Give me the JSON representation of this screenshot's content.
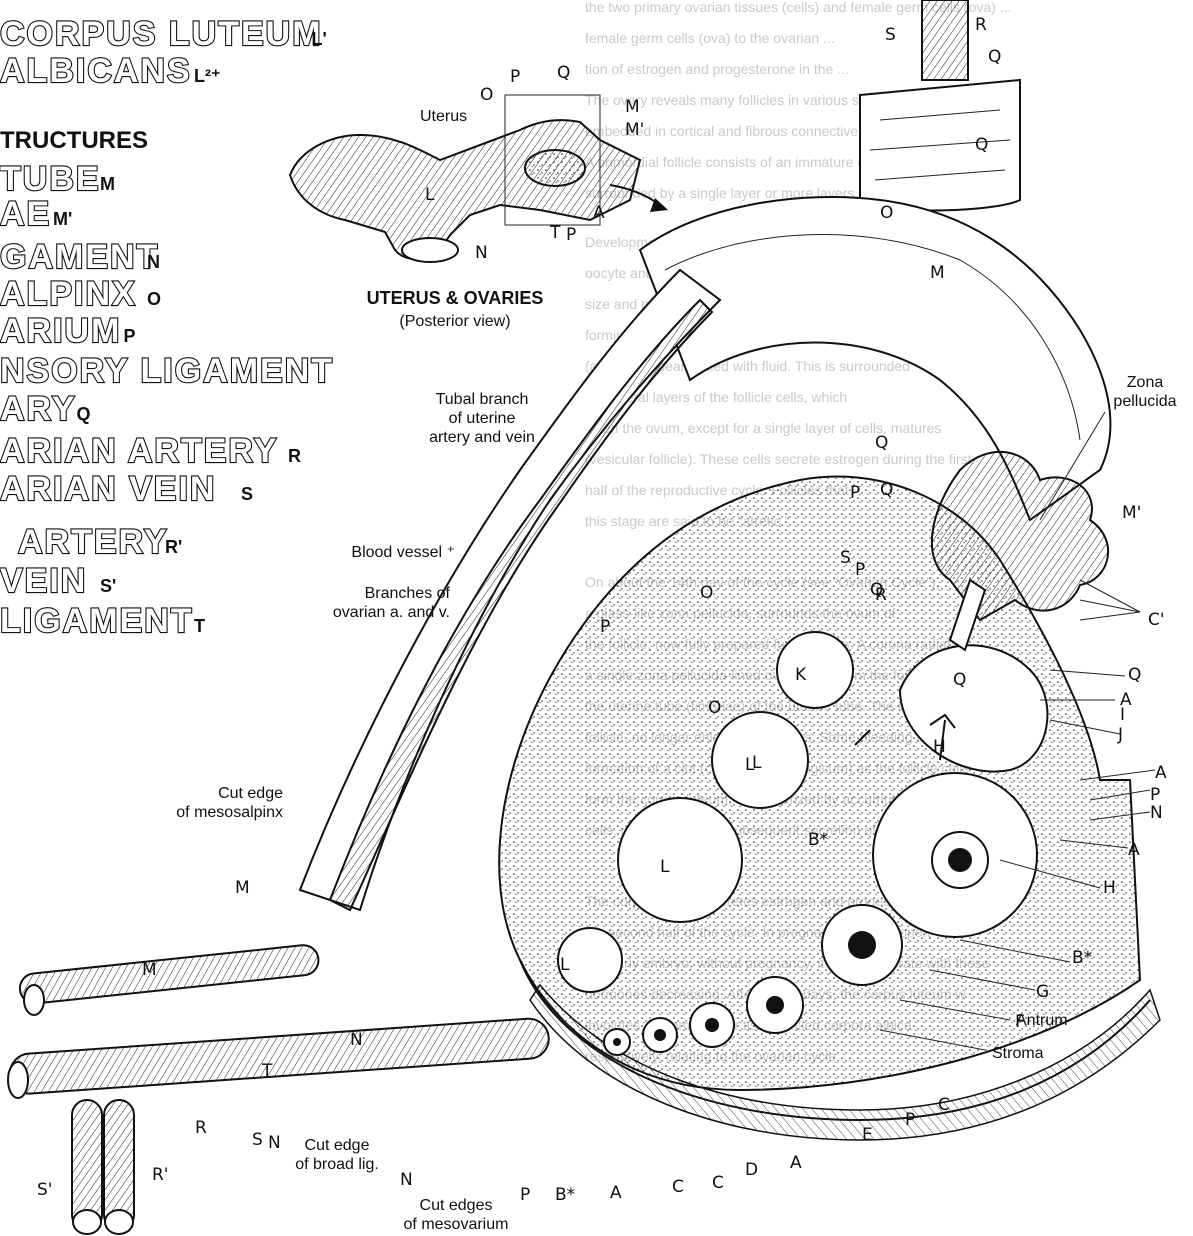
{
  "key_titles": [
    {
      "text": "CORPUS LUTEUM",
      "tag": "L'"
    },
    {
      "text": "ALBICANS",
      "tag": "L²⁺"
    },
    {
      "text": "TUBE",
      "tag": "M"
    },
    {
      "text": "AE",
      "tag": "M'"
    },
    {
      "text": "GAMENT",
      "tag": "N"
    },
    {
      "text": "ALPINX",
      "tag": "O"
    },
    {
      "text": "ARIUM",
      "tag": "P"
    },
    {
      "text": "NSORY LIGAMENT",
      "tag": ""
    },
    {
      "text": "ARY",
      "tag": "Q"
    },
    {
      "text": "ARIAN ARTERY",
      "tag": "R"
    },
    {
      "text": "ARIAN VEIN",
      "tag": "S"
    },
    {
      "text": "ARTERY",
      "tag": "R'"
    },
    {
      "text": "VEIN",
      "tag": "S'"
    },
    {
      "text": "LIGAMENT",
      "tag": "T"
    }
  ],
  "structures_heading": "TRUCTURES",
  "inset": {
    "uterus_label": "Uterus",
    "title": "UTERUS & OVARIES",
    "subtitle": "(Posterior view)",
    "letters": [
      "O",
      "P",
      "Q",
      "M",
      "M'",
      "A",
      "P",
      "T",
      "N",
      "L"
    ]
  },
  "callouts": {
    "tubal_branch": [
      "Tubal branch",
      "of uterine",
      "artery and vein"
    ],
    "blood_vessel": "Blood vessel ⁺",
    "branches": [
      "Branches of",
      "ovarian a. and v."
    ],
    "cut_mesosalpinx": [
      "Cut edge",
      "of mesosalpinx"
    ],
    "cut_broad": [
      "Cut edge",
      "of broad lig."
    ],
    "cut_mesovarium": [
      "Cut edges",
      "of mesovarium"
    ],
    "zona": [
      "Zona",
      "pellucida"
    ],
    "antrum": "Antrum",
    "stroma": "Stroma"
  },
  "letters": {
    "top": [
      "S",
      "R",
      "Q",
      "Q",
      "O",
      "M"
    ],
    "right": [
      "M'",
      "C'",
      "Q",
      "A",
      "I",
      "J",
      "A",
      "P",
      "N",
      "A",
      "H",
      "B*",
      "G",
      "F",
      "C",
      "P",
      "E"
    ],
    "bottom": [
      "A",
      "D",
      "C",
      "C",
      "A",
      "B*",
      "P",
      "N",
      "S",
      "N",
      "R",
      "S'",
      "R'"
    ],
    "left": [
      "Q",
      "P",
      "S",
      "R",
      "O",
      "P",
      "O",
      "M",
      "T",
      "N"
    ],
    "inner": [
      "K",
      "Q",
      "H",
      "L",
      "L",
      "L",
      "B*",
      "P",
      "Q",
      "M",
      "Q"
    ]
  },
  "background_text": [
    "the two primary ovarian tissues (cells) and female germ cells (ova) ...",
    "female germ cells (ova) to the ovarian ...",
    "tion of estrogen and progesterone in the ...",
    "The ovary reveals many follicles in various stages of development",
    "embedded in cortical and fibrous connective tissue (ovarian stroma)",
    "A primordial follicle consists of an immature epithelial germ cell",
    "surrounded by a single layer or more layers of non-...",
    "Development of an ovum starts with the primary follicle,",
    "oocyte and its surrounding follicular cells. The oocyte enlarges;",
    "size and number of follicle cells increase (stratified cuboidal),",
    "forming a primary follicle. In secondary follicles, a small cavity",
    "(antrum) appears, filled with fluid. This is surrounded",
    "by several layers of the follicle cells, which",
    "when the ovum, except for a single layer of cells, matures",
    "(vesicular follicle). These cells secrete estrogen during the first",
    "half of the reproductive cycle. Follicles that",
    "this stage are said to be \"atretic.\"",
    "On about the 14th day of the cycle (see \"Ovarian Cycle\"),",
    "a glass-like zona pellucida, surrounds the ovum of",
    "the follicle, now fully prepared for ovulation. A corona radiata",
    "a single zona pellucida-lined ovum burst from the follicle",
    "the uterine tube (fimbriae) of the uterine tube. The ruptured",
    "follicle, no longer enlarged, involutes. Some bleeding and",
    "formation of a clot (corpus hemorrhagicum) as the follicle cells",
    "form the corpus luteum, characterized by accumulating lipid",
    "cells, preparing for the subsequent secretion of steroids",
    "The corpus luteum secretes estrogen and progesterone during",
    "the second half of the cycle. In pregnancy, it will support",
    "the early embryo; without pregnancy, it will degenerate with these",
    "hormones decreasing. After 10–14 days, the corpus luteum w",
    "involutes, becoming scar tissue called corpora albica",
    "respectively, relating to the ovarian cycle ..."
  ]
}
